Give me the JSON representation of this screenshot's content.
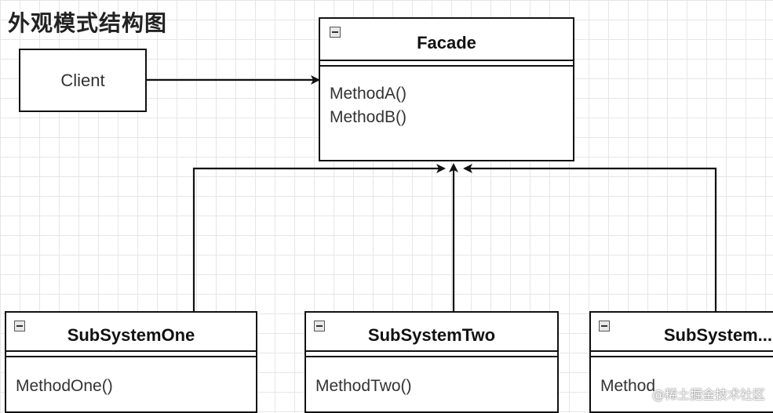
{
  "title": "外观模式结构图",
  "client": {
    "label": "Client"
  },
  "facade": {
    "name": "Facade",
    "methods": [
      "MethodA()",
      "MethodB()"
    ]
  },
  "subsystems": [
    {
      "name": "SubSystemOne",
      "method": "MethodOne()"
    },
    {
      "name": "SubSystemTwo",
      "method": "MethodTwo()"
    },
    {
      "name": "SubSystem...",
      "method": "Method"
    }
  ],
  "watermark": "@稀土掘金技术社区",
  "colors": {
    "line": "#111111",
    "grid": "#e6e6e6",
    "icon_fill": "#e8e8e8"
  }
}
